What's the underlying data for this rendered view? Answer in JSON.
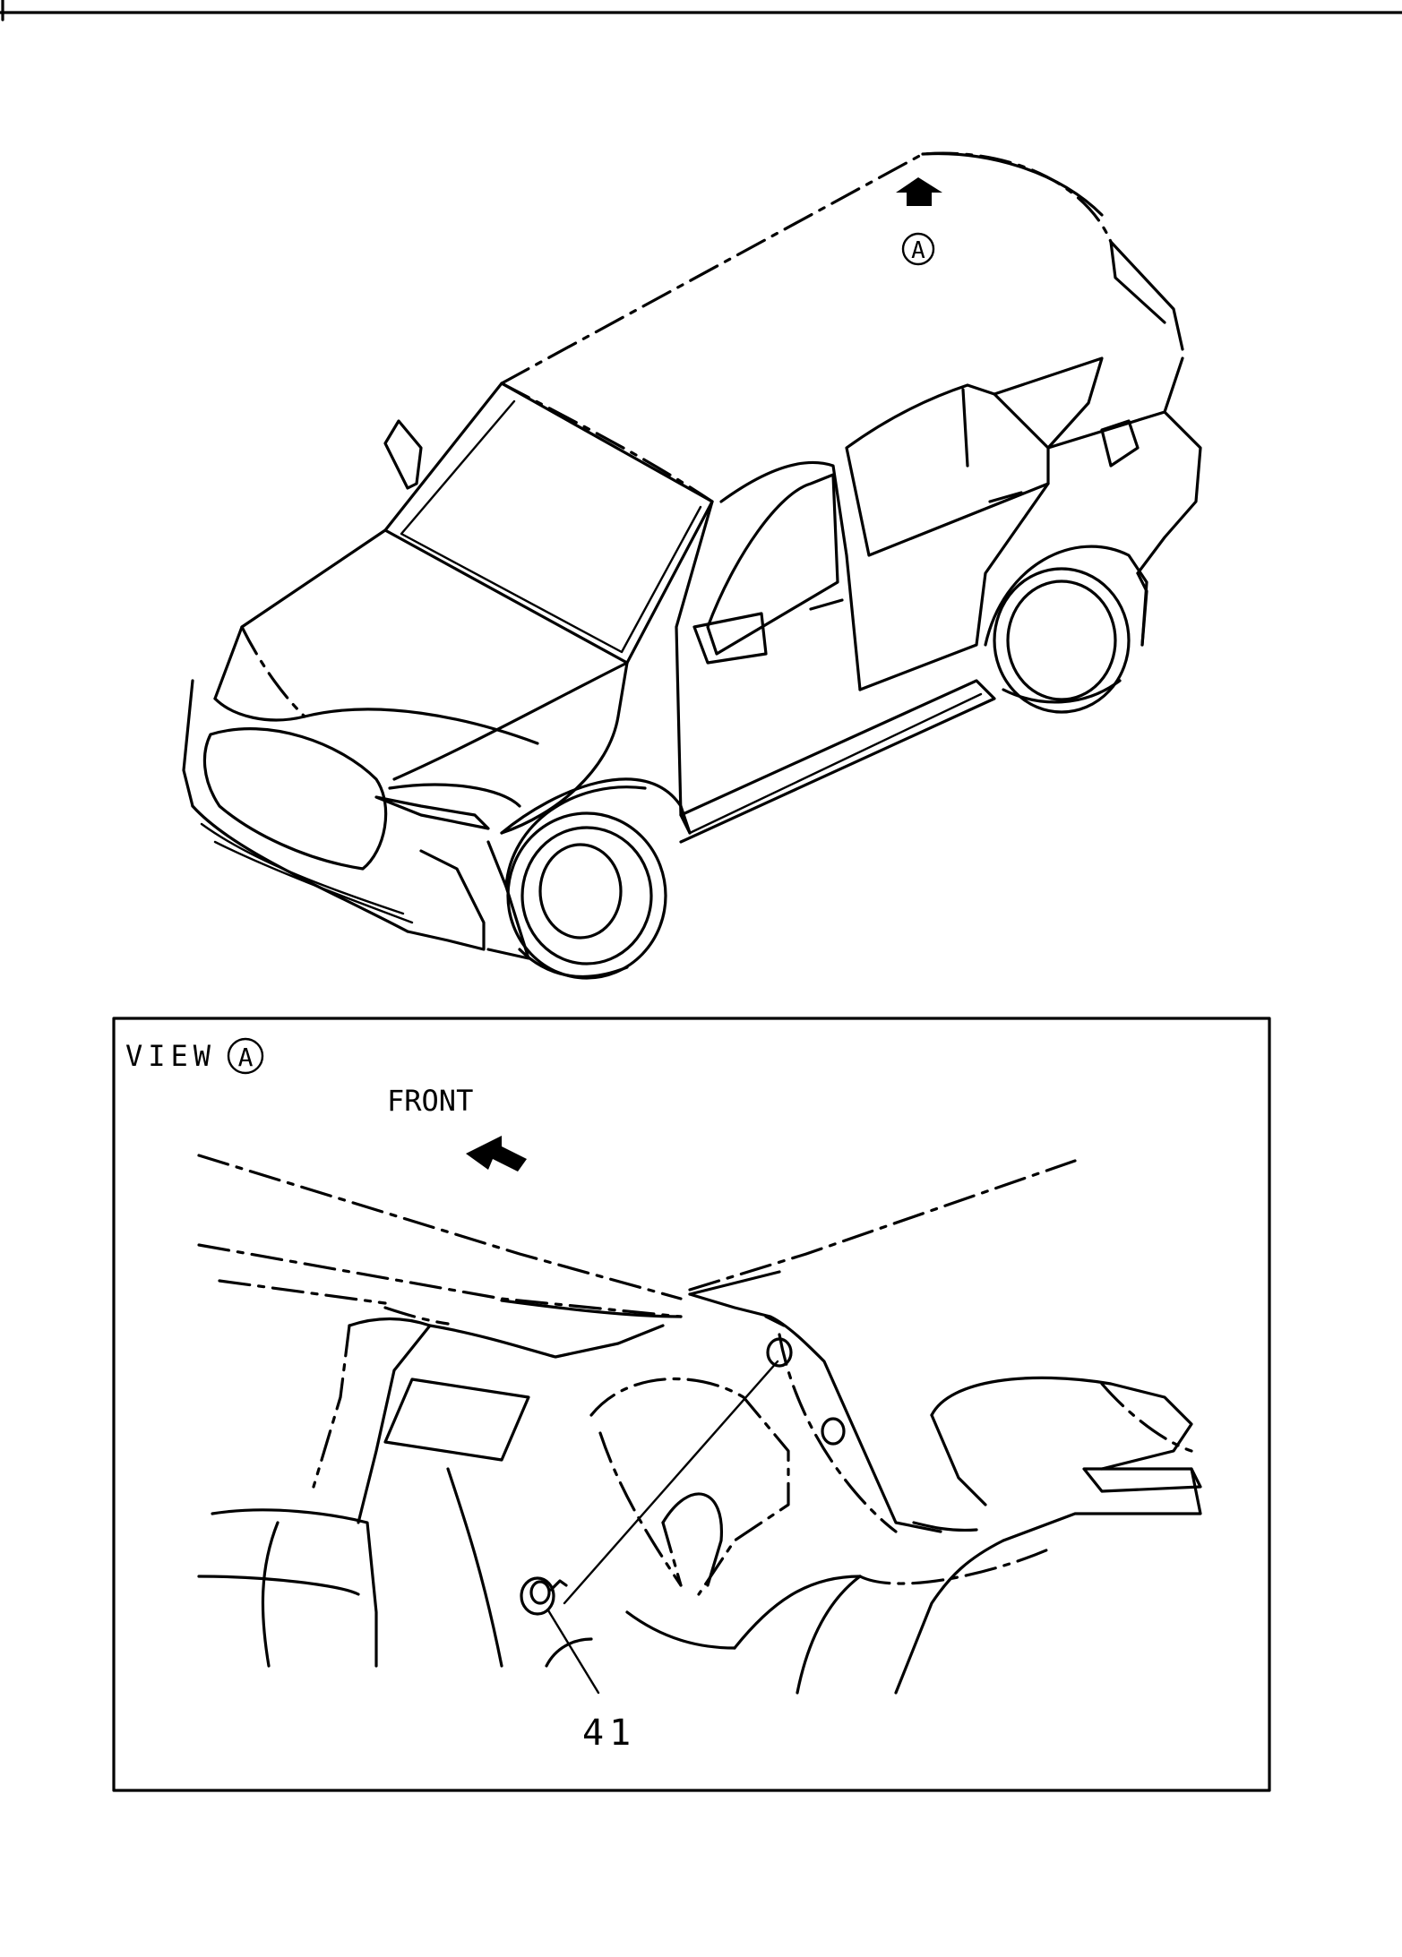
{
  "diagram": {
    "callout_top": "A",
    "view_label": "VIEW",
    "view_callout": "A",
    "front_label": "FRONT",
    "part_number": "41"
  }
}
